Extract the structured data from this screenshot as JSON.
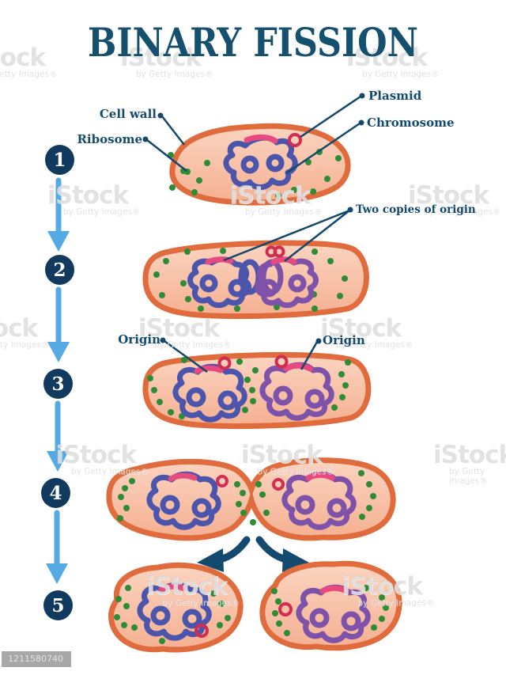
{
  "title": "BINARY FISSION",
  "watermark": {
    "brand": "iStock",
    "byline": "by Getty Images®",
    "id": "1211580740"
  },
  "steps": [
    {
      "number": "1"
    },
    {
      "number": "2"
    },
    {
      "number": "3"
    },
    {
      "number": "4"
    },
    {
      "number": "5"
    }
  ],
  "labels": {
    "cell_wall": "Cell wall",
    "ribosome": "Ribosome",
    "plasmid": "Plasmid",
    "chromosome": "Chromosome",
    "two_copies": "Two copies of origin",
    "origin_left": "Origin",
    "origin_right": "Origin"
  },
  "colors": {
    "title_navy": "#15506F",
    "label_navy": "#134A6E",
    "step_circle_navy": "#113A5E",
    "step_arrow_blue": "#55AAE3",
    "division_arrow_navy": "#134A6E",
    "cell_border_orange": "#E06B3C",
    "cell_fill_salmon": "#F8C2A8",
    "chromosome_blue": "#4A55AB",
    "chromosome_purple": "#7D52A8",
    "origin_pink": "#E8497E",
    "plasmid_red": "#D22C50",
    "ribosome_green": "#2F8C36"
  }
}
